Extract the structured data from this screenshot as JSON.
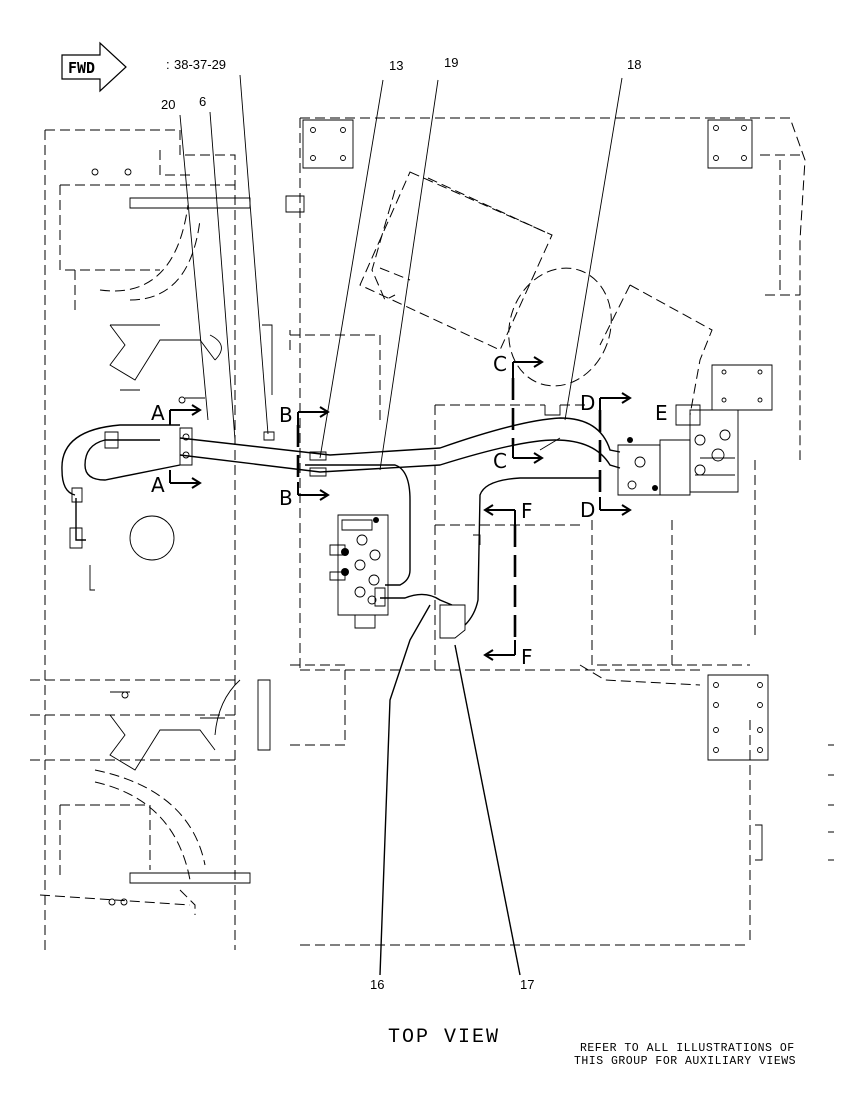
{
  "direction_label": "FWD",
  "callouts": {
    "c38": "38-37-29",
    "c20": "20",
    "c6": "6",
    "c13": "13",
    "c19": "19",
    "c18": "18",
    "c16": "16",
    "c17": "17"
  },
  "sections": {
    "a_top": "A",
    "a_bottom": "A",
    "b_top": "B",
    "b_bottom": "B",
    "c_top": "C",
    "c_bottom": "C",
    "d_top": "D",
    "d_bottom": "D",
    "e": "E",
    "f_top": "F",
    "f_bottom": "F"
  },
  "view_title": "TOP VIEW",
  "note": {
    "line1": "REFER TO ALL ILLUSTRATIONS OF",
    "line2": "THIS GROUP FOR AUXILIARY VIEWS"
  }
}
